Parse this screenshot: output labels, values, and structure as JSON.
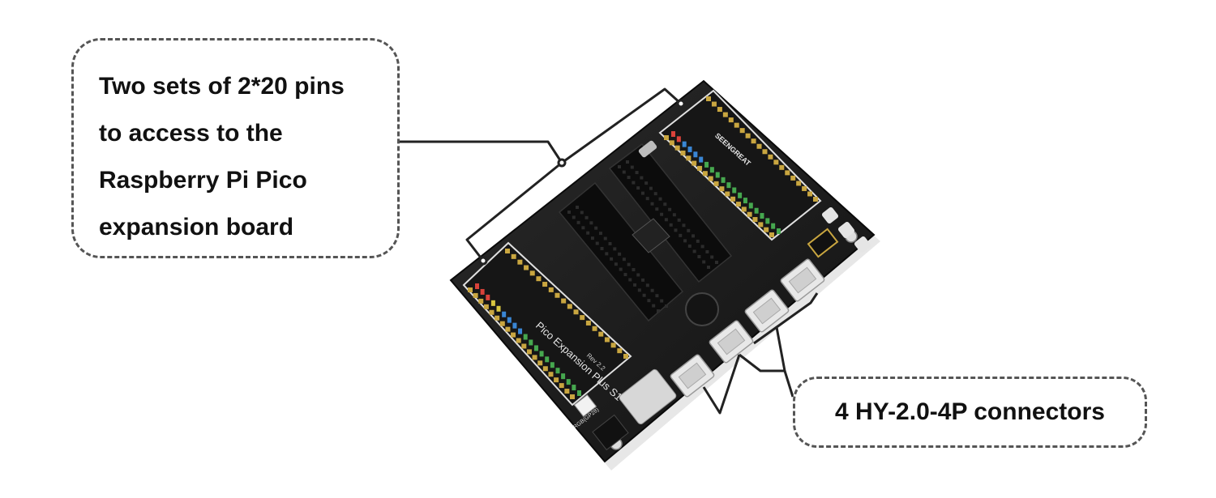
{
  "callouts": {
    "pins": {
      "lines": [
        "Two sets of 2*20 pins",
        "to access to the",
        "Raspberry Pi Pico",
        "expansion board"
      ]
    },
    "connectors": {
      "label": "4 HY-2.0-4P connectors"
    }
  },
  "board": {
    "brand_mark": "SEENGREAT",
    "silkscreen_title": "Pico Expansion Plus S1",
    "silkscreen_revision": "Rev 2.2",
    "rgb_label": "RGB(GP28)"
  },
  "colors": {
    "board": "#1a1a1a",
    "connector_line": "#222222",
    "callout_border": "#555555",
    "connector_body": "#e8e8e8",
    "pin_gold": "#c9a640",
    "led_green": "#46a84f",
    "led_blue": "#3a86d4",
    "led_red": "#d9423a"
  }
}
